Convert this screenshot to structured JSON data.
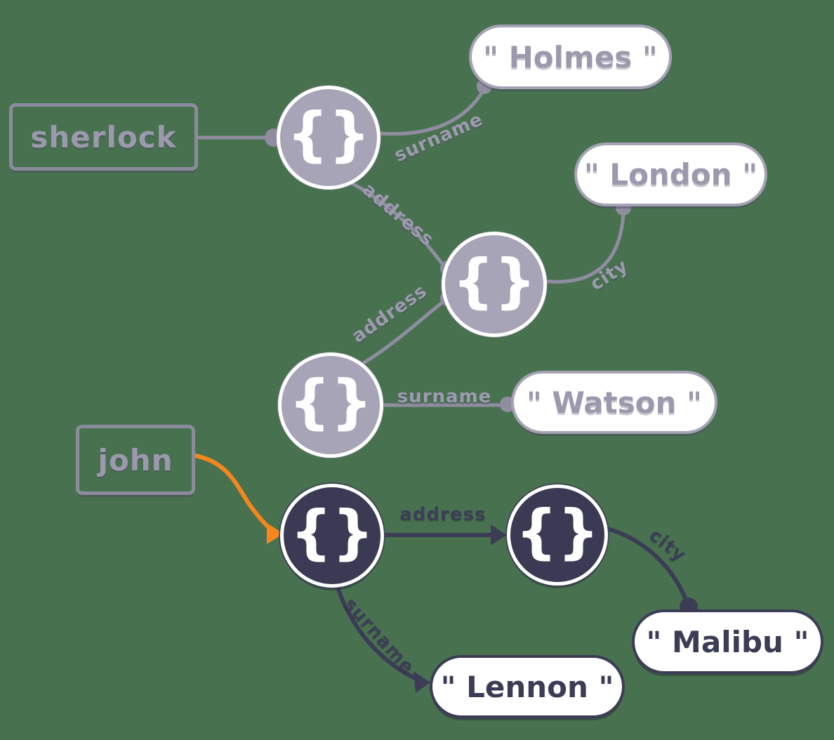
{
  "diagram": {
    "background_color": "#48724f",
    "colors": {
      "muted_purple_text": "#9c98ae",
      "muted_node_fill": "#a7a4b8",
      "muted_stroke": "#908da1",
      "dark_navy": "#3c3c56",
      "orange": "#f6861e",
      "white": "#ffffff"
    },
    "object_symbol": "{}",
    "variables": [
      {
        "id": "sherlock",
        "label": "sherlock"
      },
      {
        "id": "john",
        "label": "john"
      }
    ],
    "object_nodes": [
      {
        "id": "sherlock-object",
        "symbol": "{}",
        "theme": "muted"
      },
      {
        "id": "shared-address-object",
        "symbol": "{}",
        "theme": "muted"
      },
      {
        "id": "watson-object",
        "symbol": "{}",
        "theme": "muted"
      },
      {
        "id": "john-object",
        "symbol": "{}",
        "theme": "dark"
      },
      {
        "id": "john-address-object",
        "symbol": "{}",
        "theme": "dark"
      }
    ],
    "values": [
      {
        "id": "holmes",
        "text": "\" Holmes \""
      },
      {
        "id": "london",
        "text": "\" London \""
      },
      {
        "id": "watson",
        "text": "\" Watson \""
      },
      {
        "id": "malibu",
        "text": "\" Malibu \""
      },
      {
        "id": "lennon",
        "text": "\" Lennon \""
      }
    ],
    "edges": [
      {
        "from": "sherlock",
        "to": "sherlock-object",
        "label": "",
        "color": "muted"
      },
      {
        "from": "sherlock-object",
        "to": "holmes",
        "label": "surname",
        "color": "muted"
      },
      {
        "from": "sherlock-object",
        "to": "shared-address-object",
        "label": "address",
        "color": "muted"
      },
      {
        "from": "shared-address-object",
        "to": "london",
        "label": "city",
        "color": "muted"
      },
      {
        "from": "watson-object",
        "to": "shared-address-object",
        "label": "address",
        "color": "muted"
      },
      {
        "from": "watson-object",
        "to": "watson",
        "label": "surname",
        "color": "muted"
      },
      {
        "from": "john",
        "to": "john-object",
        "label": "",
        "color": "orange"
      },
      {
        "from": "john-object",
        "to": "john-address-object",
        "label": "address",
        "color": "dark"
      },
      {
        "from": "john-address-object",
        "to": "malibu",
        "label": "city",
        "color": "dark"
      },
      {
        "from": "john-object",
        "to": "lennon",
        "label": "surname",
        "color": "dark"
      }
    ]
  }
}
